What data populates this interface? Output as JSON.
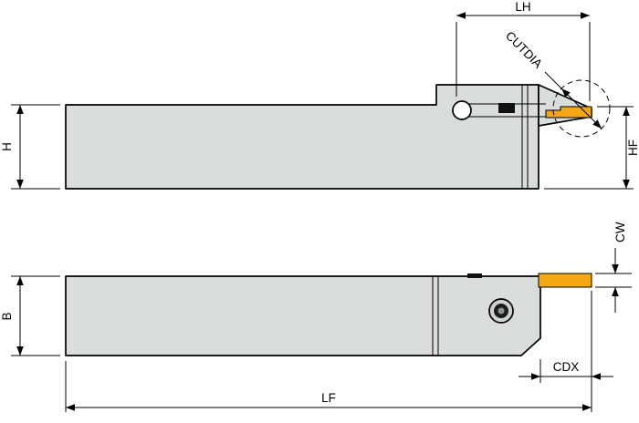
{
  "drawing": {
    "views": {
      "side_view": {
        "dims": {
          "lh": "LH",
          "cutdia": "CUTDIA",
          "h": "H",
          "hf": "HF"
        }
      },
      "top_view": {
        "dims": {
          "b": "B",
          "cw": "CW",
          "cdx": "CDX",
          "lf": "LF"
        }
      }
    },
    "colors": {
      "body_fill": "#d9dddb",
      "insert_fill": "#f3a712",
      "outline": "#000000",
      "background": "#ffffff"
    }
  }
}
